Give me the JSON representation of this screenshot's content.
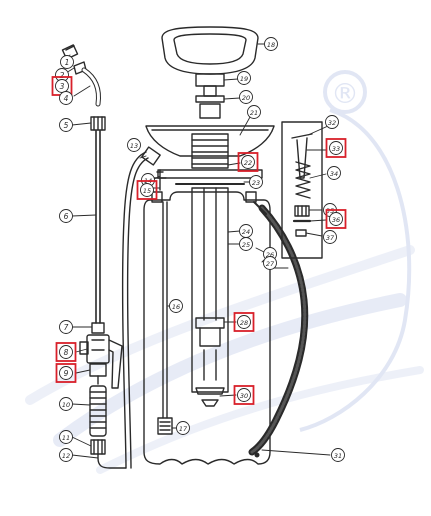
{
  "watermark": {
    "symbol": "®",
    "tint": "#c9d3ec"
  },
  "colors": {
    "ink": "#2a2a2a",
    "highlight": "#d8202a",
    "paper": "#ffffff"
  },
  "callouts": [
    {
      "n": "1"
    },
    {
      "n": "2"
    },
    {
      "n": "3",
      "highlighted": true
    },
    {
      "n": "4"
    },
    {
      "n": "5"
    },
    {
      "n": "6"
    },
    {
      "n": "7"
    },
    {
      "n": "8",
      "highlighted": true
    },
    {
      "n": "9",
      "highlighted": true
    },
    {
      "n": "10"
    },
    {
      "n": "11"
    },
    {
      "n": "12"
    },
    {
      "n": "13"
    },
    {
      "n": "14"
    },
    {
      "n": "15",
      "highlighted": true
    },
    {
      "n": "16"
    },
    {
      "n": "17"
    },
    {
      "n": "18"
    },
    {
      "n": "19"
    },
    {
      "n": "20"
    },
    {
      "n": "21"
    },
    {
      "n": "22",
      "highlighted": true
    },
    {
      "n": "23"
    },
    {
      "n": "24"
    },
    {
      "n": "25"
    },
    {
      "n": "26"
    },
    {
      "n": "27"
    },
    {
      "n": "28",
      "highlighted": true
    },
    {
      "n": "30",
      "highlighted": true
    },
    {
      "n": "31"
    },
    {
      "n": "32"
    },
    {
      "n": "33",
      "highlighted": true
    },
    {
      "n": "34"
    },
    {
      "n": "35"
    },
    {
      "n": "36",
      "highlighted": true
    },
    {
      "n": "37"
    }
  ]
}
